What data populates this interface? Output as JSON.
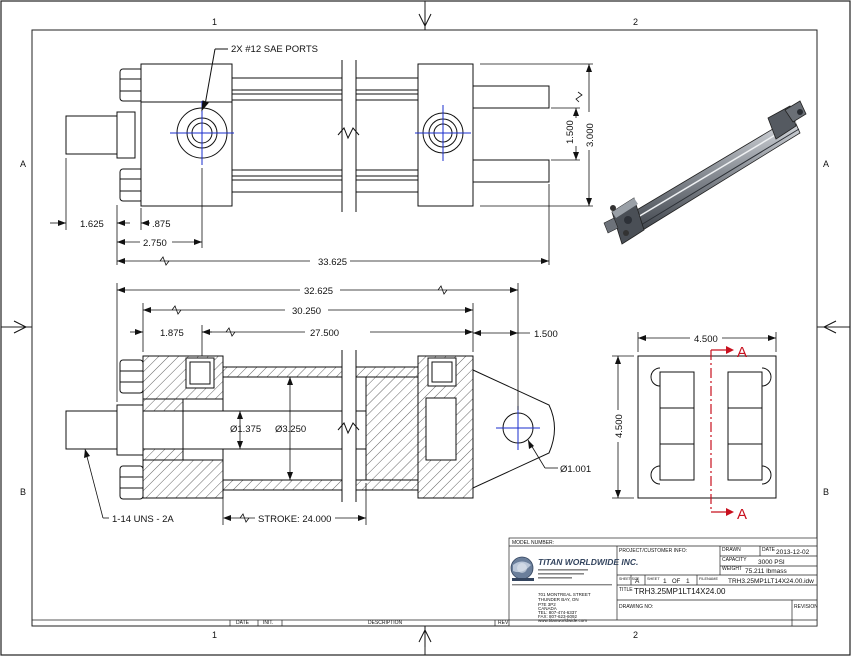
{
  "sheet": {
    "zones_top": [
      "1",
      "2"
    ],
    "zones_side": [
      "A",
      "B"
    ]
  },
  "top_view": {
    "port_callout": "2X #12 SAE PORTS",
    "dims": {
      "d1": "1.625",
      "d2": ".875",
      "d3": "2.750",
      "overall": "33.625",
      "height_ports": "1.500",
      "height_body": "3.000"
    }
  },
  "section_view": {
    "dims": {
      "overall": "32.625",
      "d1": "30.250",
      "d2": "1.875",
      "d3": "27.500",
      "clevis": "1.500",
      "rod_dia": "Ø1.375",
      "bore_dia": "Ø3.250",
      "pin_dia": "Ø1.001",
      "thread": "1-14 UNS - 2A",
      "stroke": "STROKE: 24.000"
    }
  },
  "end_view": {
    "width": "4.500",
    "height": "4.500",
    "section_label": "A"
  },
  "title_block": {
    "model_number_label": "MODEL NUMBER:",
    "company_name": "TITAN WORLDWIDE INC.",
    "address": [
      "701 MONTREAL STREET",
      "THUNDER BAY, ON",
      "P7E 3P2",
      "CANADA",
      "TEL: 807-474-6337",
      "FAX: 807-623-6092",
      "www.titanworldwide.com"
    ],
    "project_label": "PROJECT/CUSTOMER INFO:",
    "drawn_label": "DRAWN",
    "date_label": "DATE",
    "date_value": "2013-12-02",
    "capacity_label": "CAPACITY",
    "capacity_value": "3000 PSI",
    "weight_label": "WEIGHT",
    "weight_value": "75.211 lbmass",
    "sheet_size_label": "SHEET SIZE",
    "sheet_size_value": "A",
    "sheet_label": "SHEET",
    "sheet_value": "1",
    "of_label": "OF",
    "of_value": "1",
    "filename_label": "FILENAME",
    "filename_value": "TRH3.25MP1LT14X24.00.idw",
    "title_label": "TITLE",
    "title_value": "TRH3.25MP1LT14X24.00",
    "drawing_no_label": "DRAWING NO:",
    "revision_label": "REVISION",
    "rev_table": {
      "date": "DATE",
      "initial": "INIT.",
      "description": "DESCRIPTION",
      "rev": "REV"
    }
  },
  "colors": {
    "line": "#111111",
    "centerline": "#1a2ccc",
    "section": "#c8101e",
    "shade": "#7c8187"
  }
}
